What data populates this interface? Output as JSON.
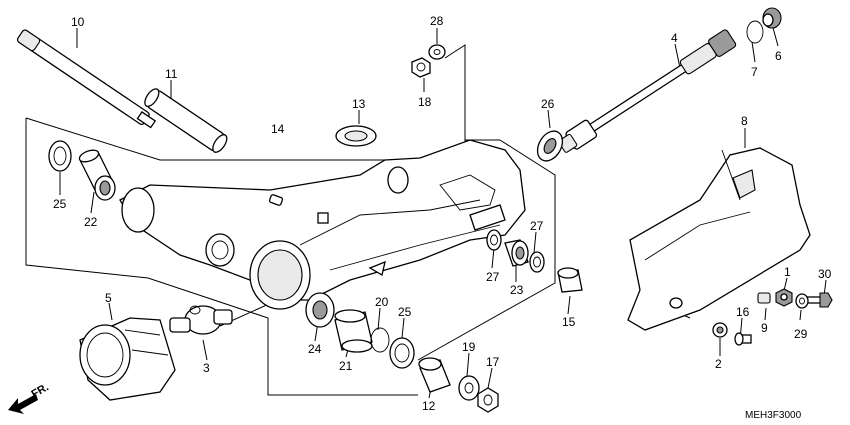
{
  "diagram": {
    "code": "MEH3F3000",
    "direction_label": "FR.",
    "callouts": [
      {
        "id": "10",
        "label": "10"
      },
      {
        "id": "11",
        "label": "11"
      },
      {
        "id": "28",
        "label": "28"
      },
      {
        "id": "18",
        "label": "18"
      },
      {
        "id": "4",
        "label": "4"
      },
      {
        "id": "6",
        "label": "6"
      },
      {
        "id": "7",
        "label": "7"
      },
      {
        "id": "13",
        "label": "13"
      },
      {
        "id": "14",
        "label": "14"
      },
      {
        "id": "26",
        "label": "26"
      },
      {
        "id": "8",
        "label": "8"
      },
      {
        "id": "25a",
        "label": "25"
      },
      {
        "id": "22",
        "label": "22"
      },
      {
        "id": "27a",
        "label": "27"
      },
      {
        "id": "27b",
        "label": "27"
      },
      {
        "id": "23",
        "label": "23"
      },
      {
        "id": "5",
        "label": "5"
      },
      {
        "id": "3",
        "label": "3"
      },
      {
        "id": "24",
        "label": "24"
      },
      {
        "id": "21",
        "label": "21"
      },
      {
        "id": "20",
        "label": "20"
      },
      {
        "id": "25b",
        "label": "25"
      },
      {
        "id": "15",
        "label": "15"
      },
      {
        "id": "19",
        "label": "19"
      },
      {
        "id": "17",
        "label": "17"
      },
      {
        "id": "12",
        "label": "12"
      },
      {
        "id": "1",
        "label": "1"
      },
      {
        "id": "30",
        "label": "30"
      },
      {
        "id": "16",
        "label": "16"
      },
      {
        "id": "9",
        "label": "9"
      },
      {
        "id": "29",
        "label": "29"
      },
      {
        "id": "2",
        "label": "2"
      }
    ]
  }
}
